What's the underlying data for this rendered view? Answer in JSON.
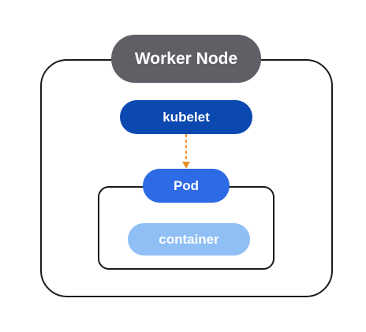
{
  "diagram": {
    "worker_node": {
      "label": "Worker Node"
    },
    "kubelet": {
      "label": "kubelet"
    },
    "pod": {
      "label": "Pod"
    },
    "container": {
      "label": "container"
    }
  },
  "colors": {
    "worker_node_pill": "#5f6066",
    "kubelet_pill": "#0b48b0",
    "pod_pill": "#2d6ae6",
    "container_pill": "#8fbff5",
    "arrow": "#e8912e",
    "outline": "#1a1a1a"
  }
}
